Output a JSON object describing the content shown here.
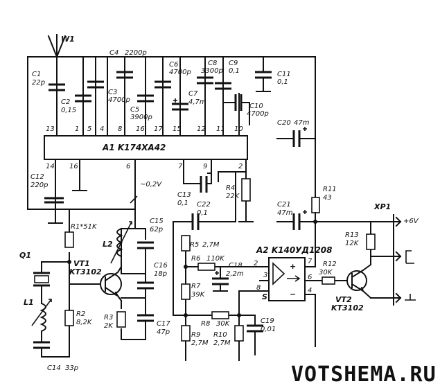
{
  "antenna": "W1",
  "ic1": {
    "label": "A1 K174XA42",
    "pins_top": [
      "13",
      "1",
      "5",
      "4",
      "8",
      "16",
      "17",
      "15",
      "12",
      "11",
      "10"
    ],
    "pins_bottom": [
      "14",
      "16",
      "6",
      "7",
      "9",
      "2"
    ]
  },
  "ic2": {
    "label": "A2 K140УД1208",
    "pins": [
      "2",
      "3",
      "8",
      "7",
      "6",
      "4"
    ],
    "s": "S",
    "plus": "+",
    "minus": "−"
  },
  "caps": {
    "c1": [
      "C1",
      "22p"
    ],
    "c2": [
      "C2",
      "0,15"
    ],
    "c3": [
      "C3",
      "4700p"
    ],
    "c4": [
      "C4",
      "2200p"
    ],
    "c5": [
      "C5",
      "3900p"
    ],
    "c6": [
      "C6",
      "4700p"
    ],
    "c7": [
      "C7",
      "4,7m"
    ],
    "c8": [
      "C8",
      "3300p"
    ],
    "c9": [
      "C9",
      "0,1"
    ],
    "c10": [
      "C10",
      "4700p"
    ],
    "c11": [
      "C11",
      "0,1"
    ],
    "c12": [
      "C12",
      "220p"
    ],
    "c13": [
      "C13",
      "0,1"
    ],
    "c14": [
      "C14",
      "33p"
    ],
    "c15": [
      "C15",
      "62p"
    ],
    "c16": [
      "C16",
      "18p"
    ],
    "c17": [
      "C17",
      "47p"
    ],
    "c18": [
      "C18",
      "2,2m"
    ],
    "c19": [
      "C19",
      "0,01"
    ],
    "c20": [
      "C20",
      "47m"
    ],
    "c21": [
      "C21",
      "47m"
    ],
    "c22": [
      "C22",
      "0,1"
    ]
  },
  "resistors": {
    "r1": [
      "R1*51K"
    ],
    "r2": [
      "R2",
      "8,2K"
    ],
    "r3": [
      "R3",
      "2K"
    ],
    "r4": [
      "R4",
      "22K"
    ],
    "r5": [
      "R5",
      "2,7M"
    ],
    "r6": [
      "R6",
      "110K"
    ],
    "r7": [
      "R7",
      "39K"
    ],
    "r8": [
      "R8",
      "30K"
    ],
    "r9": [
      "R9",
      "2,7M"
    ],
    "r10": [
      "R10",
      "2,7M"
    ],
    "r11": [
      "R11",
      "43"
    ],
    "r12": [
      "R12",
      "30K"
    ],
    "r13": [
      "R13",
      "12K"
    ]
  },
  "voltage_note": "~0,2V",
  "l1": "L1",
  "l2": "L2",
  "q1": "Q1",
  "vt1": [
    "VT1",
    "KT3102"
  ],
  "vt2": [
    "VT2",
    "KT3102"
  ],
  "xp1": "XP1",
  "supply": "+6V",
  "watermark": "VOTSHEMA.RU"
}
